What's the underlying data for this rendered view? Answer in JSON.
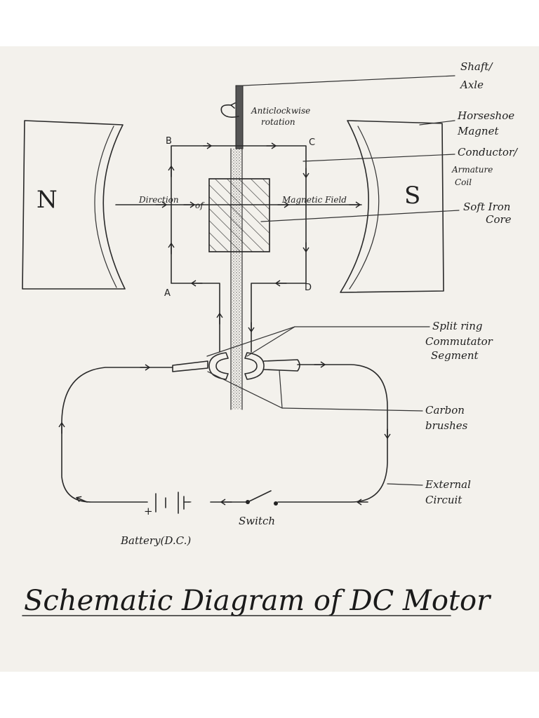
{
  "title": "Schematic Diagram of DC Motor",
  "labels": {
    "shaft": [
      "Shaft/",
      "Axle"
    ],
    "magnet": [
      "Horseshoe",
      "Magnet"
    ],
    "conductor": [
      "Conductor/",
      "Armature",
      "Coil"
    ],
    "core": [
      "Soft Iron",
      "Core"
    ],
    "commutator": [
      "Split ring",
      "Commutator",
      "Segment"
    ],
    "brushes": [
      "Carbon",
      "brushes"
    ],
    "circuit": [
      "External",
      "Circuit"
    ],
    "rotation": [
      "Anticlockwise",
      "rotation"
    ],
    "battery": "Battery(D.C.)",
    "switch": "Switch"
  },
  "field_text": [
    "Direction",
    "of",
    "Magnetic Field"
  ],
  "poles": {
    "north": "N",
    "south": "S"
  },
  "corners": {
    "a": "A",
    "b": "B",
    "c": "C",
    "d": "D"
  },
  "battery_signs": {
    "plus": "+",
    "minus": "-"
  }
}
